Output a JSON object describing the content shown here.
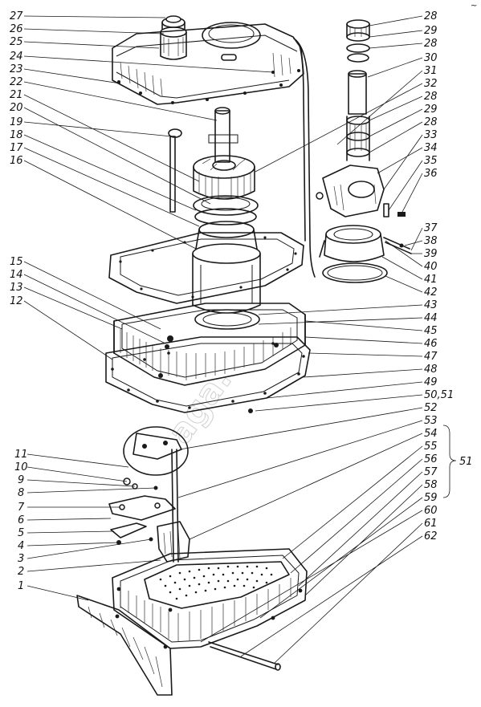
{
  "callouts_left": [
    "27",
    "26",
    "25",
    "24",
    "23",
    "22",
    "21",
    "20",
    "19",
    "18",
    "17",
    "16",
    "15",
    "14",
    "13",
    "12",
    "11",
    "10",
    "9",
    "8",
    "7",
    "6",
    "5",
    "4",
    "3",
    "2",
    "1"
  ],
  "callouts_right": [
    "28",
    "29",
    "28",
    "30",
    "31",
    "32",
    "28",
    "29",
    "28",
    "33",
    "34",
    "35",
    "36",
    "37",
    "38",
    "39",
    "40",
    "41",
    "42",
    "43",
    "44",
    "45",
    "46",
    "47",
    "48",
    "49",
    "50,51",
    "52",
    "53",
    "54",
    "55",
    "56",
    "57",
    "58",
    "59",
    "60",
    "61",
    "62"
  ],
  "group_label": "51",
  "watermark": "aga.",
  "corner_mark": "~"
}
